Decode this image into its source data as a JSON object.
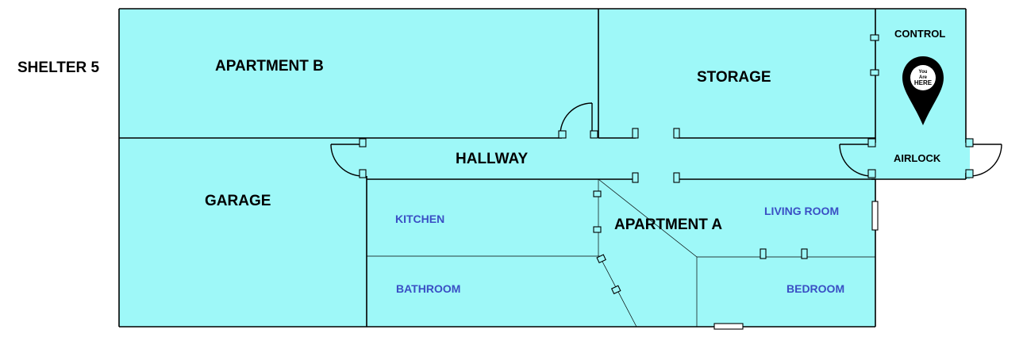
{
  "map": {
    "title": "SHELTER 5",
    "rooms": {
      "apartment_b": "APARTMENT B",
      "storage": "STORAGE",
      "control": "CONTROL",
      "hallway": "HALLWAY",
      "airlock": "AIRLOCK",
      "garage": "GARAGE",
      "kitchen": "KITCHEN",
      "apartment_a": "APARTMENT A",
      "living_room": "LIVING ROOM",
      "bathroom": "BATHROOM",
      "bedroom": "BEDROOM"
    },
    "marker": {
      "line1": "You",
      "line2": "Are",
      "line3": "HERE"
    }
  },
  "colors": {
    "room_fill": "#9ef8f8",
    "wall": "#000000",
    "sublabel": "#3a4fc4"
  }
}
